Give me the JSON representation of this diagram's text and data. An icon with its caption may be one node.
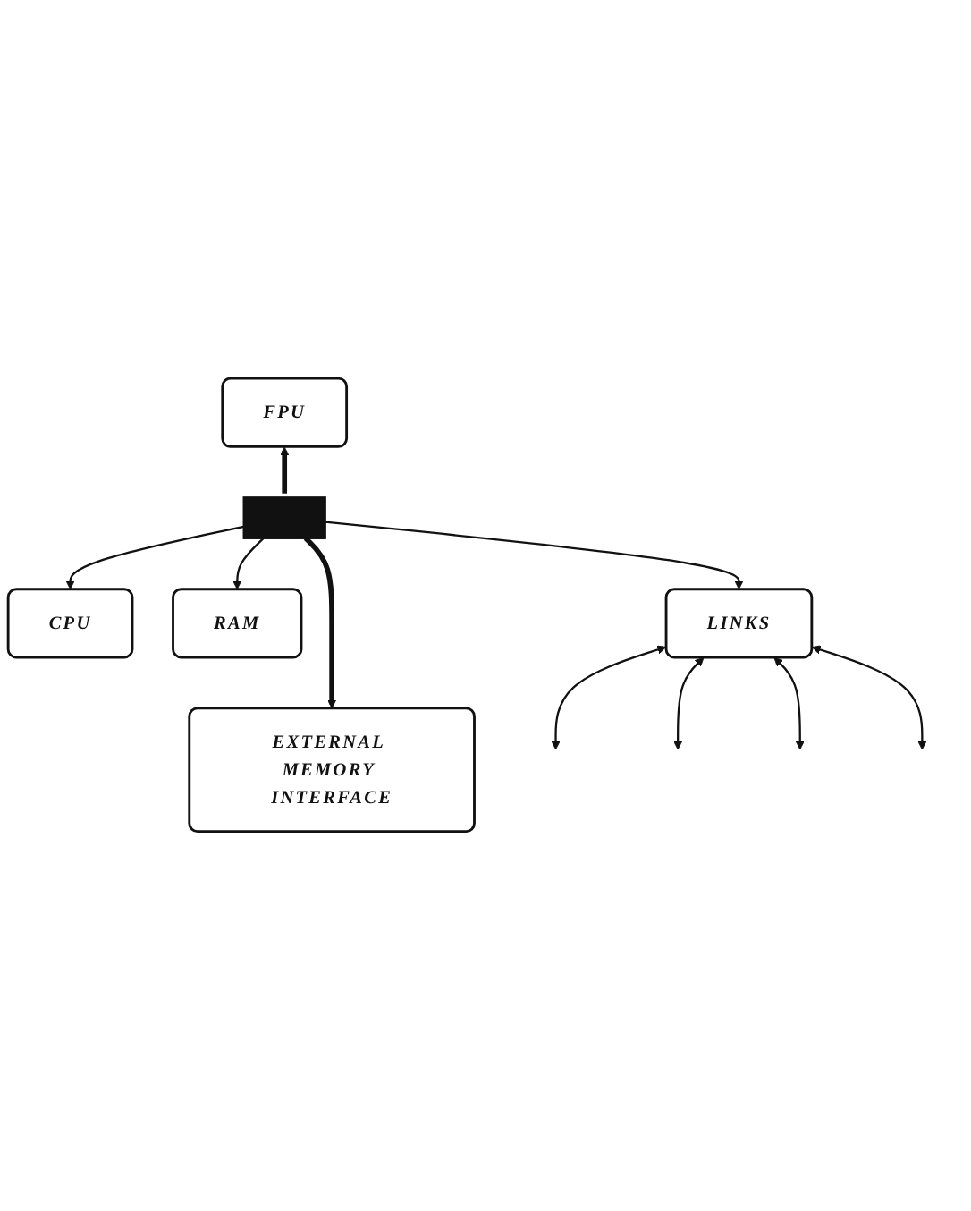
{
  "diagram": {
    "nodes": [
      {
        "text": [
          "FPU"
        ]
      },
      {
        "text": [],
        "shape": "bar"
      },
      {
        "text": [
          "CPU"
        ]
      },
      {
        "text": [
          "RAM"
        ]
      },
      {
        "text": [
          "LINKS"
        ]
      },
      {
        "text": [
          "EXTERNAL MEMORY INTERFACE"
        ]
      }
    ],
    "edges": [
      {
        "from": 1,
        "to": 0,
        "arrow": "to",
        "style": "thick"
      },
      {
        "from": 1,
        "to": 5,
        "arrow": "to",
        "style": "thick"
      },
      {
        "from": 1,
        "to": 2,
        "arrow": "to"
      },
      {
        "from": 1,
        "to": 3,
        "arrow": "to"
      },
      {
        "from": 1,
        "to": 4,
        "arrow": "to"
      },
      {
        "from": 4,
        "to": null,
        "arrow": "both"
      },
      {
        "from": 4,
        "to": null,
        "arrow": "both"
      },
      {
        "from": 4,
        "to": null,
        "arrow": "both"
      },
      {
        "from": 4,
        "to": null,
        "arrow": "both"
      }
    ]
  }
}
